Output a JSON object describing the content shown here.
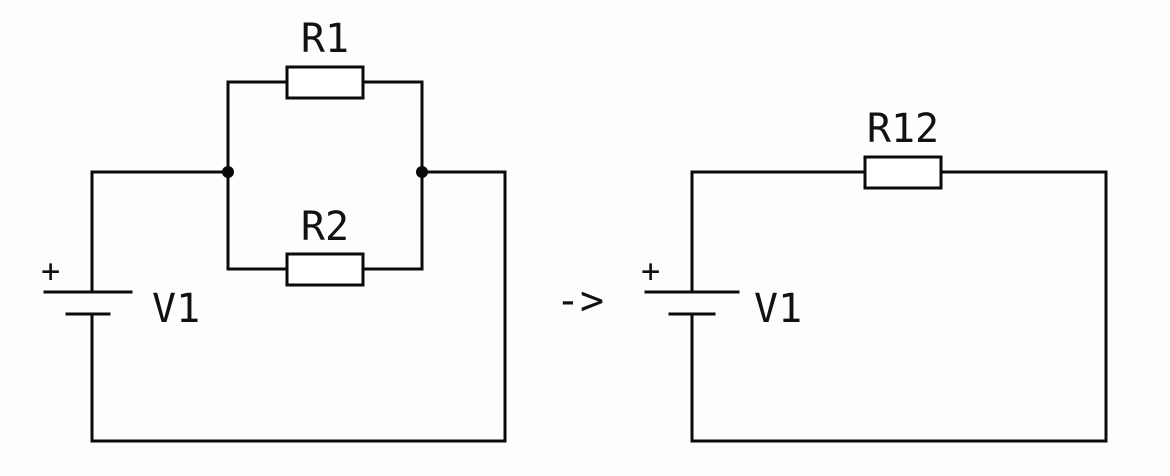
{
  "diagram": {
    "type": "circuit-schematic",
    "description": "Two resistors in parallel reduced to an equivalent resistor",
    "colors": {
      "stroke": "#0a0a0a",
      "background": "#fdfdfd"
    },
    "left_circuit": {
      "source": {
        "label": "V1",
        "polarity_label": "+"
      },
      "resistors": [
        {
          "label": "R1",
          "connection": "parallel"
        },
        {
          "label": "R2",
          "connection": "parallel"
        }
      ],
      "junction_count": 2
    },
    "transform_arrow": "->",
    "right_circuit": {
      "source": {
        "label": "V1",
        "polarity_label": "+"
      },
      "resistors": [
        {
          "label": "R12",
          "connection": "series"
        }
      ]
    }
  }
}
